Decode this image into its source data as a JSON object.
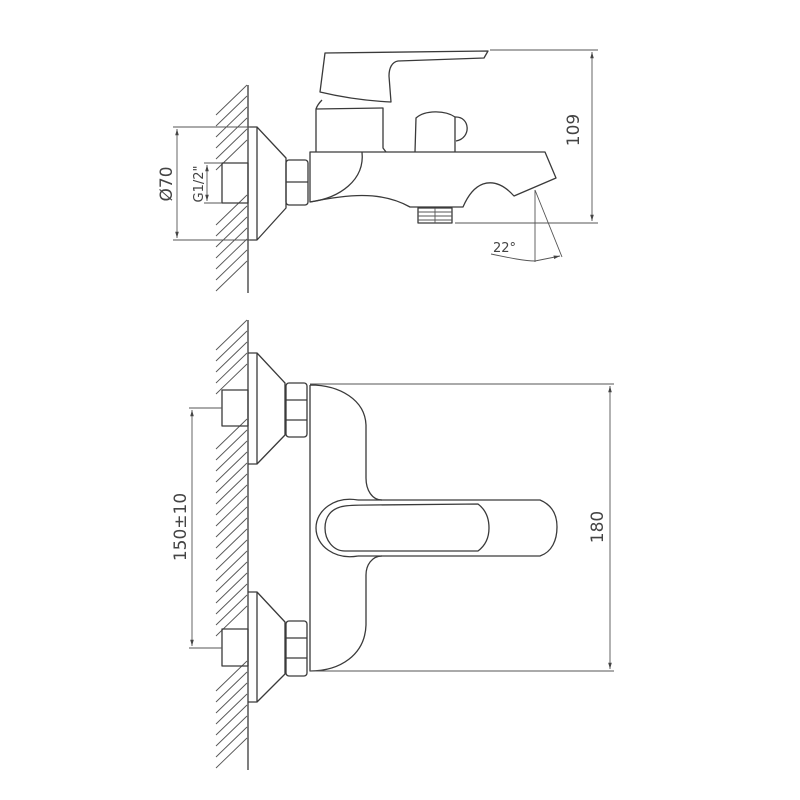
{
  "drawing": {
    "side_view": {
      "height_label": "109",
      "flange_diameter_label": "Ø70",
      "thread_label": "G1/2\"",
      "spout_angle_label": "22°"
    },
    "front_view": {
      "width_label": "180",
      "center_distance_label": "150±10"
    },
    "line_color": "#3a3a3a"
  }
}
